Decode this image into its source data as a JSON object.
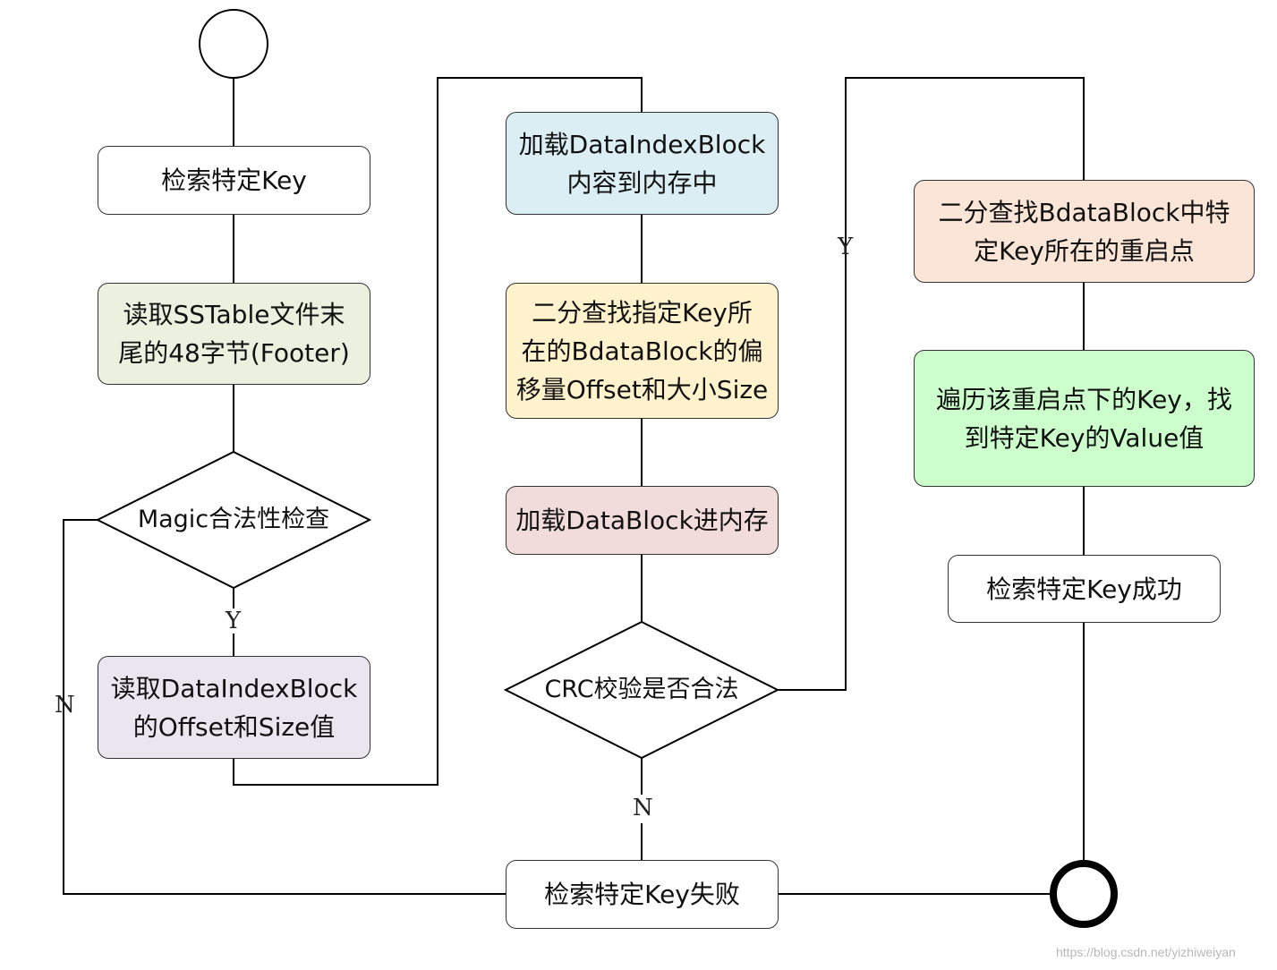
{
  "colors": {
    "line": "#000000",
    "node_border": "#333333",
    "search_key": "#ffffff",
    "read_footer": "#ebf1de",
    "read_index": "#e9e6f0",
    "load_index": "#dbeef3",
    "binary_search_block": "#fff2cc",
    "load_block": "#f2dcdb",
    "binary_search_restart": "#fbe5d6",
    "traverse_restart": "#ccffcc",
    "success": "#ffffff",
    "fail": "#ffffff"
  },
  "nodes": {
    "search_key": {
      "lines": [
        "检索特定Key"
      ]
    },
    "read_footer": {
      "lines": [
        "读取SSTable文件末",
        "尾的48字节(Footer)"
      ]
    },
    "magic_check": {
      "lines": [
        "Magic合法",
        "性检查"
      ]
    },
    "read_index": {
      "lines": [
        "读取DataIndexBlock",
        "的Offset和Size值"
      ]
    },
    "load_index": {
      "lines": [
        "加载DataIndexBlock",
        "内容到内存中"
      ]
    },
    "binary_search_block": {
      "lines": [
        "二分查找指定Key所",
        "在的BdataBlock的偏",
        "移量Offset和大小Size"
      ]
    },
    "load_block": {
      "lines": [
        "加载DataBlock进内存"
      ]
    },
    "crc_check": {
      "lines": [
        "CRC校验是",
        "否合法"
      ]
    },
    "binary_search_restart": {
      "lines": [
        "二分查找BdataBlock中特",
        "定Key所在的重启点"
      ]
    },
    "traverse_restart": {
      "lines": [
        "遍历该重启点下的Key，找",
        "到特定Key的Value值"
      ]
    },
    "success": {
      "lines": [
        "检索特定Key成功"
      ]
    },
    "fail": {
      "lines": [
        "检索特定Key失败"
      ]
    }
  },
  "edge_labels": {
    "magic_yes": "Y",
    "magic_no": "N",
    "crc_yes": "Y",
    "crc_no": "N"
  },
  "watermark": "https://blog.csdn.net/yizhiweiyan"
}
